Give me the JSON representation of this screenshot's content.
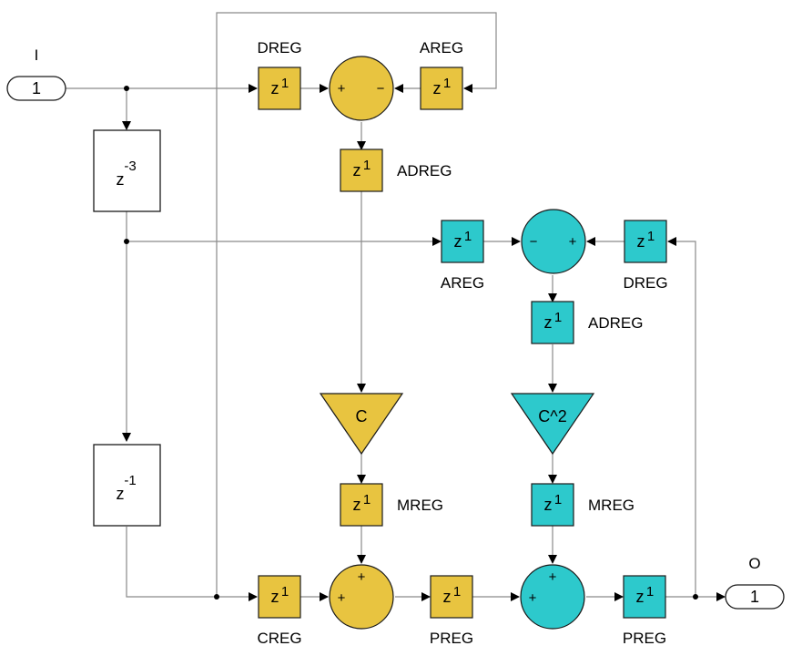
{
  "colors": {
    "gold": "#E8C440",
    "cyan": "#2DC9CC",
    "wire": "#8a8a8a",
    "stroke": "#1a1a1a"
  },
  "inport": {
    "name": "I",
    "number": "1"
  },
  "outport": {
    "name": "O",
    "number": "1"
  },
  "delay3": {
    "base": "z",
    "exp": "-3"
  },
  "delay1": {
    "base": "z",
    "exp": "-1"
  },
  "unit_delay": {
    "base": "z",
    "exp": "1",
    "bar": "-"
  },
  "gold_chain": {
    "dreg": "DREG",
    "areg": "AREG",
    "adreg": "ADREG",
    "gain": "C",
    "mreg": "MREG",
    "sub_signs": [
      "+",
      "−"
    ],
    "add_signs": [
      "+",
      "+"
    ]
  },
  "cyan_chain": {
    "dreg": "DREG",
    "areg": "AREG",
    "adreg": "ADREG",
    "gain": "C^2",
    "mreg": "MREG",
    "sub_signs": [
      "−",
      "+"
    ],
    "add_signs": [
      "+",
      "+"
    ]
  },
  "bottom": {
    "creg": "CREG",
    "preg1": "PREG",
    "preg2": "PREG"
  }
}
